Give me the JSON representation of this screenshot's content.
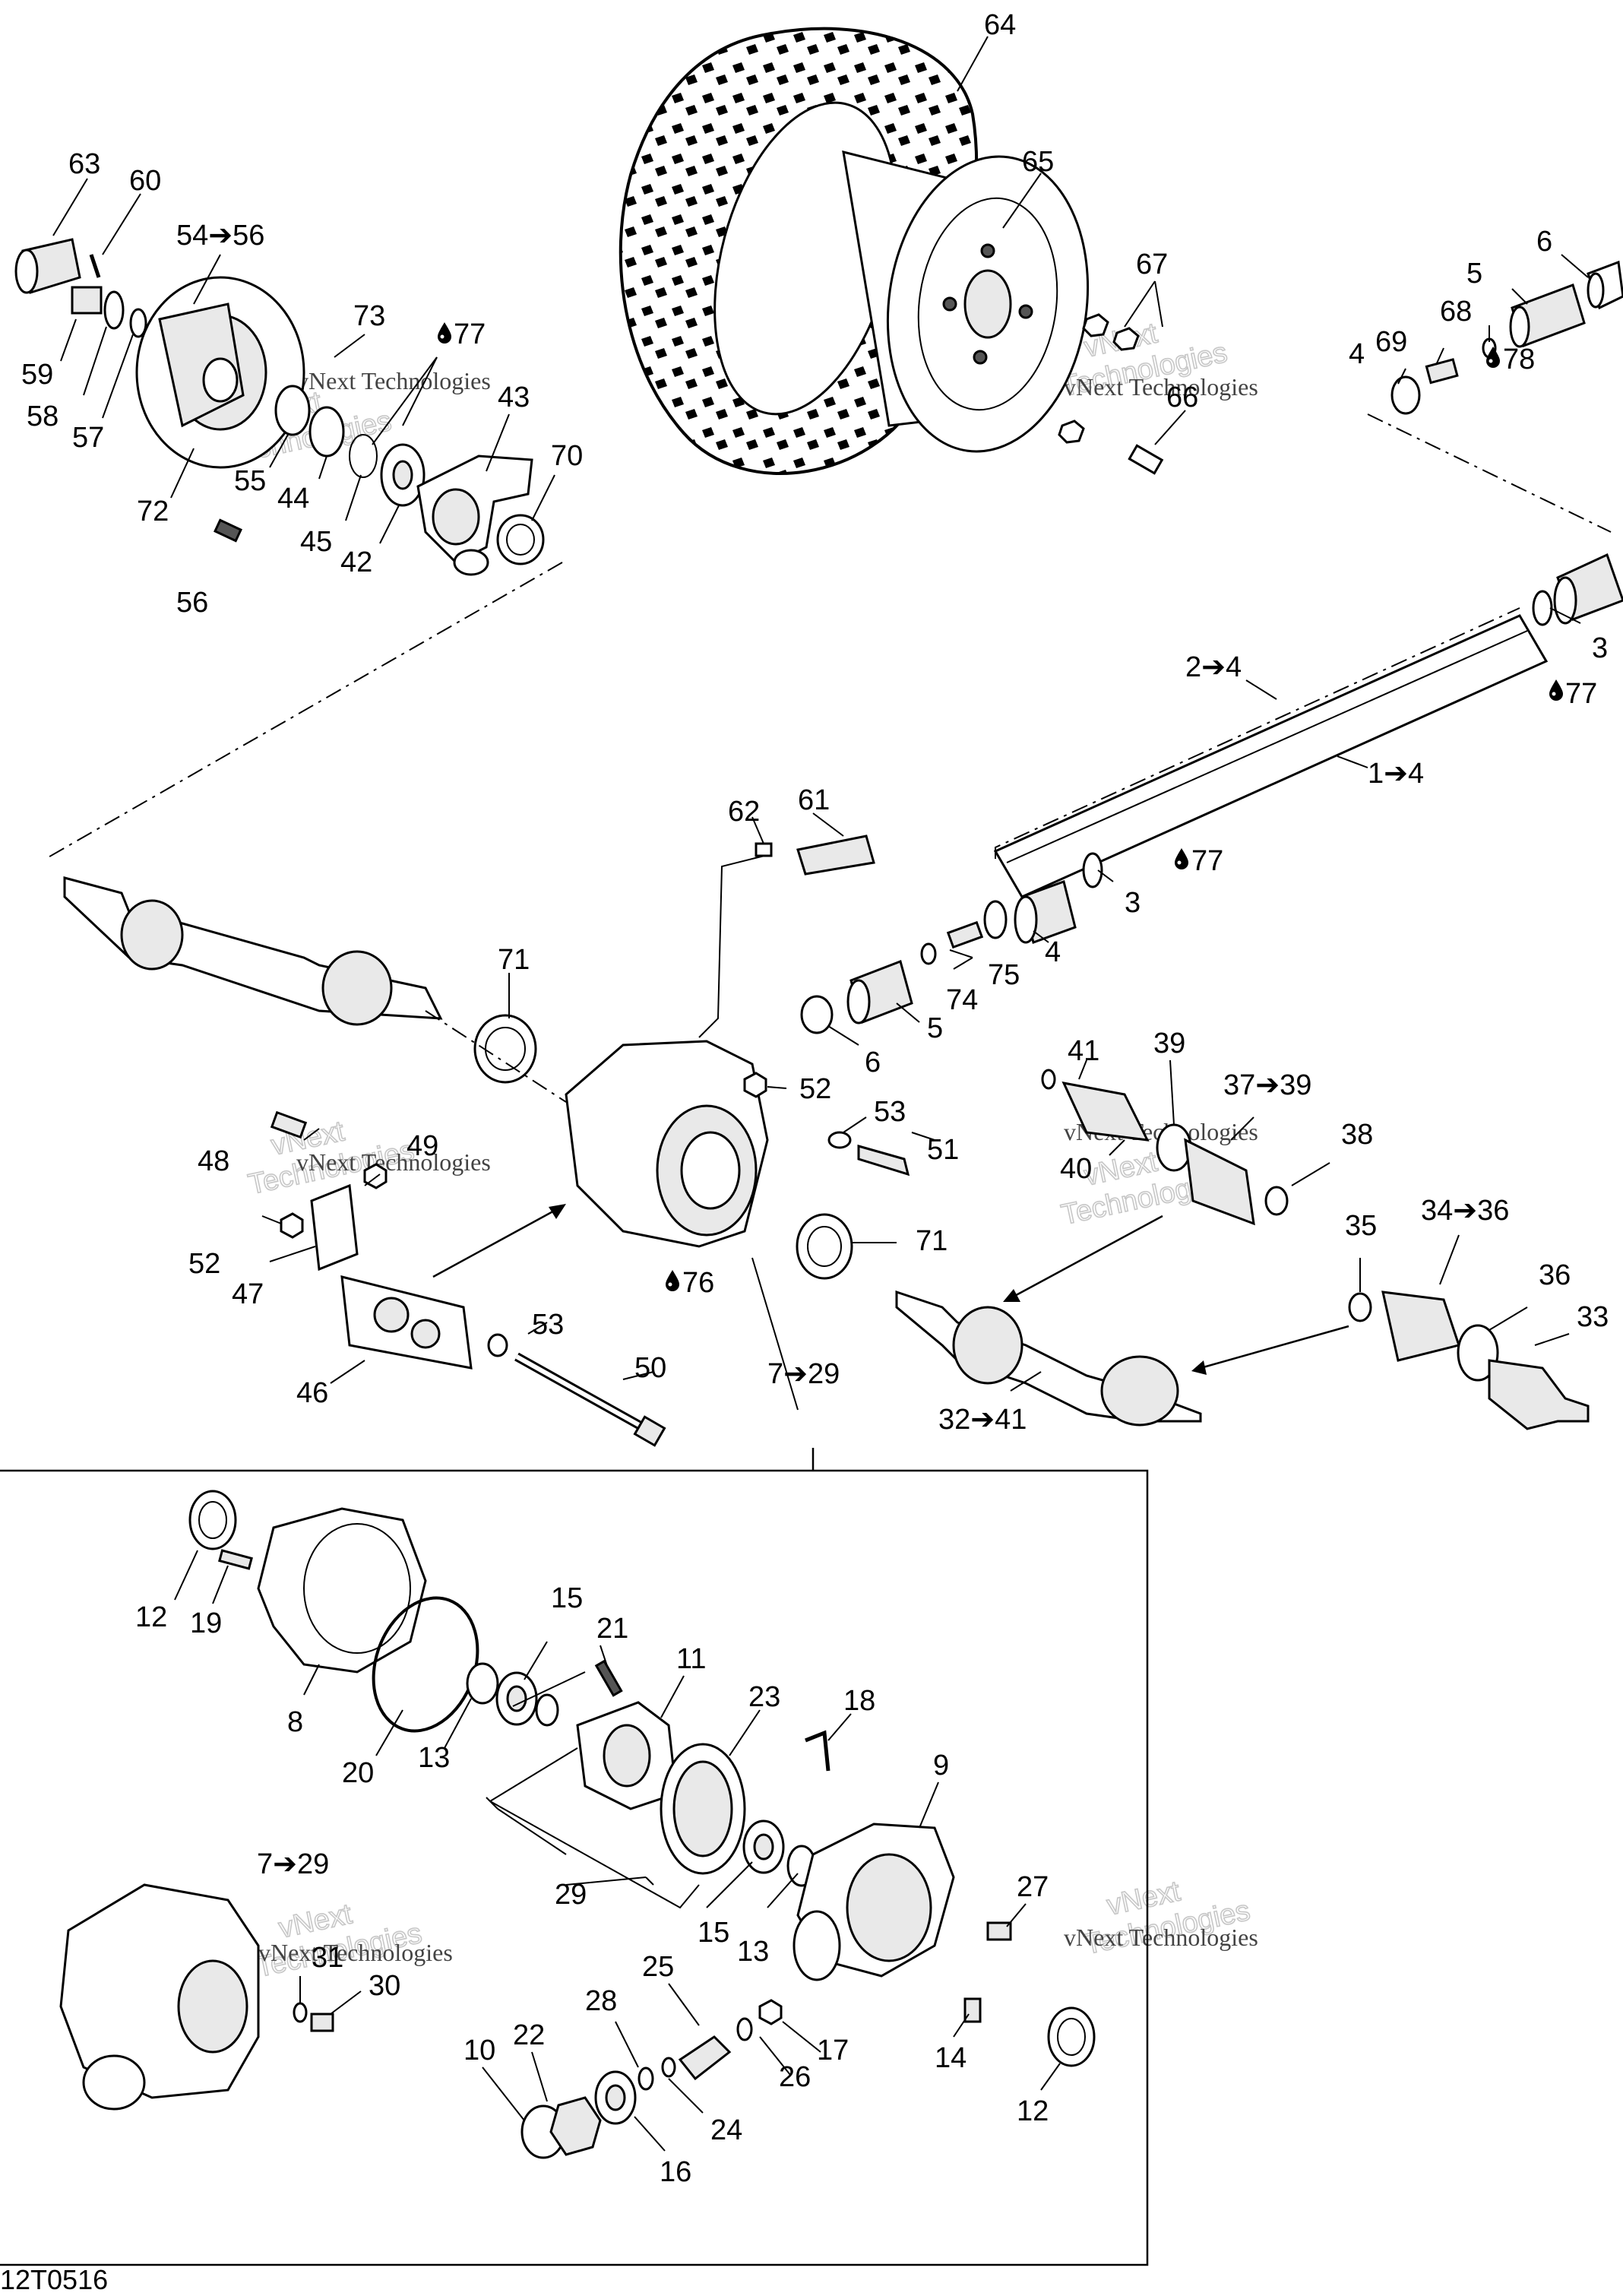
{
  "figure_code": "12T0516",
  "watermark": {
    "line1": "vNext",
    "line2": "Technologies",
    "inline": "vNext Technologies"
  },
  "icons": {
    "oil_drop": "oil-drop-icon",
    "arrow": "right-arrow-icon"
  },
  "callouts": {
    "c1_4": "1➔4",
    "c2_4": "2➔4",
    "c3a": "3",
    "c3b": "3",
    "c4a": "4",
    "c4b": "4",
    "c5a": "5",
    "c5b": "5",
    "c6a": "6",
    "c6b": "6",
    "c7_29a": "7➔29",
    "c7_29b": "7➔29",
    "c8": "8",
    "c9": "9",
    "c10": "10",
    "c11": "11",
    "c12a": "12",
    "c12b": "12",
    "c13a": "13",
    "c13b": "13",
    "c14": "14",
    "c15a": "15",
    "c15b": "15",
    "c16": "16",
    "c17": "17",
    "c18": "18",
    "c19": "19",
    "c20": "20",
    "c21": "21",
    "c22": "22",
    "c23": "23",
    "c24": "24",
    "c25": "25",
    "c26": "26",
    "c27": "27",
    "c28": "28",
    "c29": "29",
    "c30": "30",
    "c31": "31",
    "c32_41": "32➔41",
    "c33": "33",
    "c34_36": "34➔36",
    "c35": "35",
    "c36": "36",
    "c37_39": "37➔39",
    "c38": "38",
    "c39": "39",
    "c40": "40",
    "c41": "41",
    "c42": "42",
    "c43": "43",
    "c44": "44",
    "c45": "45",
    "c46": "46",
    "c47": "47",
    "c48": "48",
    "c49": "49",
    "c50": "50",
    "c51": "51",
    "c52a": "52",
    "c52b": "52",
    "c53a": "53",
    "c53b": "53",
    "c54_56": "54➔56",
    "c55": "55",
    "c56": "56",
    "c57": "57",
    "c58": "58",
    "c59": "59",
    "c60": "60",
    "c61": "61",
    "c62": "62",
    "c63": "63",
    "c64": "64",
    "c65": "65",
    "c66": "66",
    "c67": "67",
    "c68": "68",
    "c69": "69",
    "c70": "70",
    "c71a": "71",
    "c71b": "71",
    "c72": "72",
    "c73": "73",
    "c74": "74",
    "c75": "75",
    "c76": "76",
    "c77a": "77",
    "c77b": "77",
    "c77c": "77",
    "c78": "78"
  }
}
